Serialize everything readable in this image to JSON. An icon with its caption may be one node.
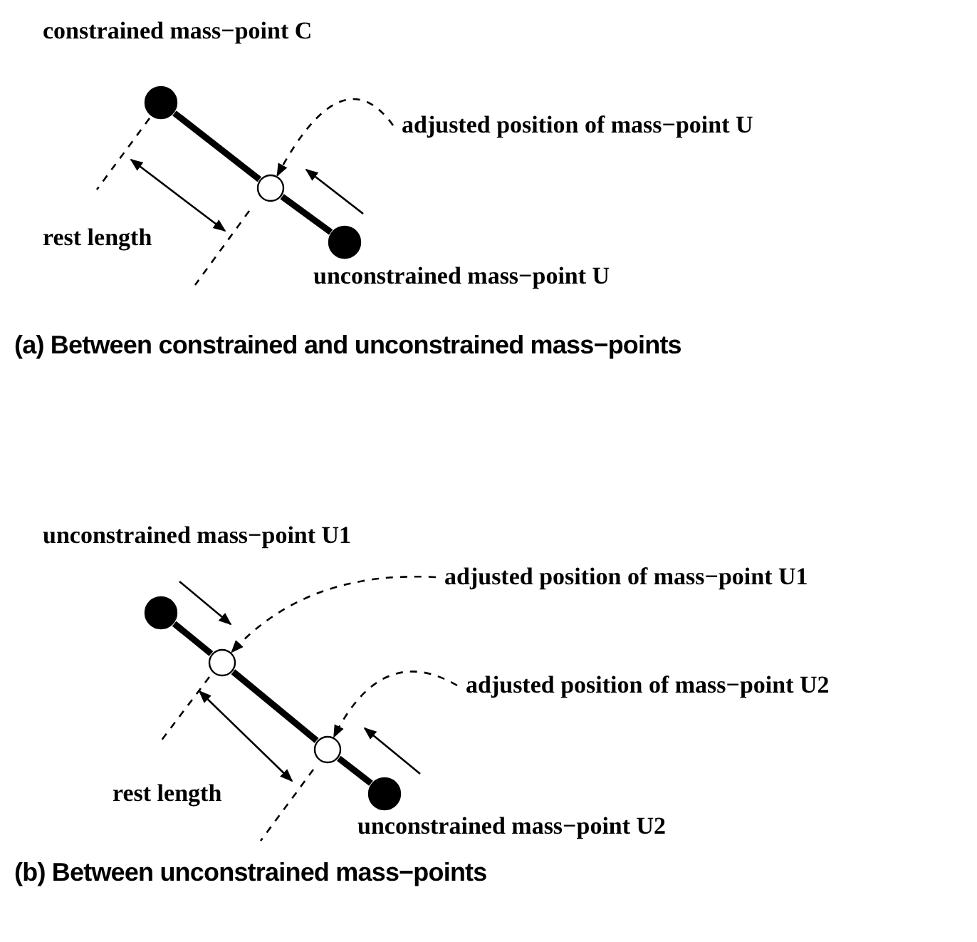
{
  "diagram": {
    "nodes": [
      {
        "text": [],
        "shape": "circle",
        "beside": [
          "constrained mass−point C"
        ]
      },
      {
        "text": [],
        "shape": "circle"
      },
      {
        "text": [],
        "shape": "circle",
        "beside": [
          "unconstrained mass−point U"
        ]
      },
      {
        "text": [
          "adjusted position of mass−point U"
        ]
      },
      {
        "text": [],
        "shape": "circle",
        "beside": [
          "unconstrained mass−point U1"
        ]
      },
      {
        "text": [],
        "shape": "circle"
      },
      {
        "text": [],
        "shape": "circle"
      },
      {
        "text": [],
        "shape": "circle",
        "beside": [
          "unconstrained mass−point U2"
        ]
      },
      {
        "text": [
          "adjusted position of mass−point U1"
        ]
      },
      {
        "text": [
          "adjusted position of mass−point U2"
        ]
      }
    ],
    "edges": [
      {
        "from": 0,
        "to": 1,
        "arrow": "none"
      },
      {
        "from": 1,
        "to": 2,
        "arrow": "none"
      },
      {
        "from": 3,
        "to": 1,
        "arrow": "to",
        "style": "dashed"
      },
      {
        "from": 4,
        "to": 5,
        "arrow": "none"
      },
      {
        "from": 5,
        "to": 6,
        "arrow": "none"
      },
      {
        "from": 6,
        "to": 7,
        "arrow": "none"
      },
      {
        "from": 8,
        "to": 5,
        "arrow": "to",
        "style": "dashed"
      },
      {
        "from": 9,
        "to": 6,
        "arrow": "to",
        "style": "dashed"
      }
    ],
    "labels": [
      "rest length",
      "(a) Between constrained and unconstrained mass−points",
      "rest length",
      "(b) Between unconstrained mass−points"
    ]
  }
}
